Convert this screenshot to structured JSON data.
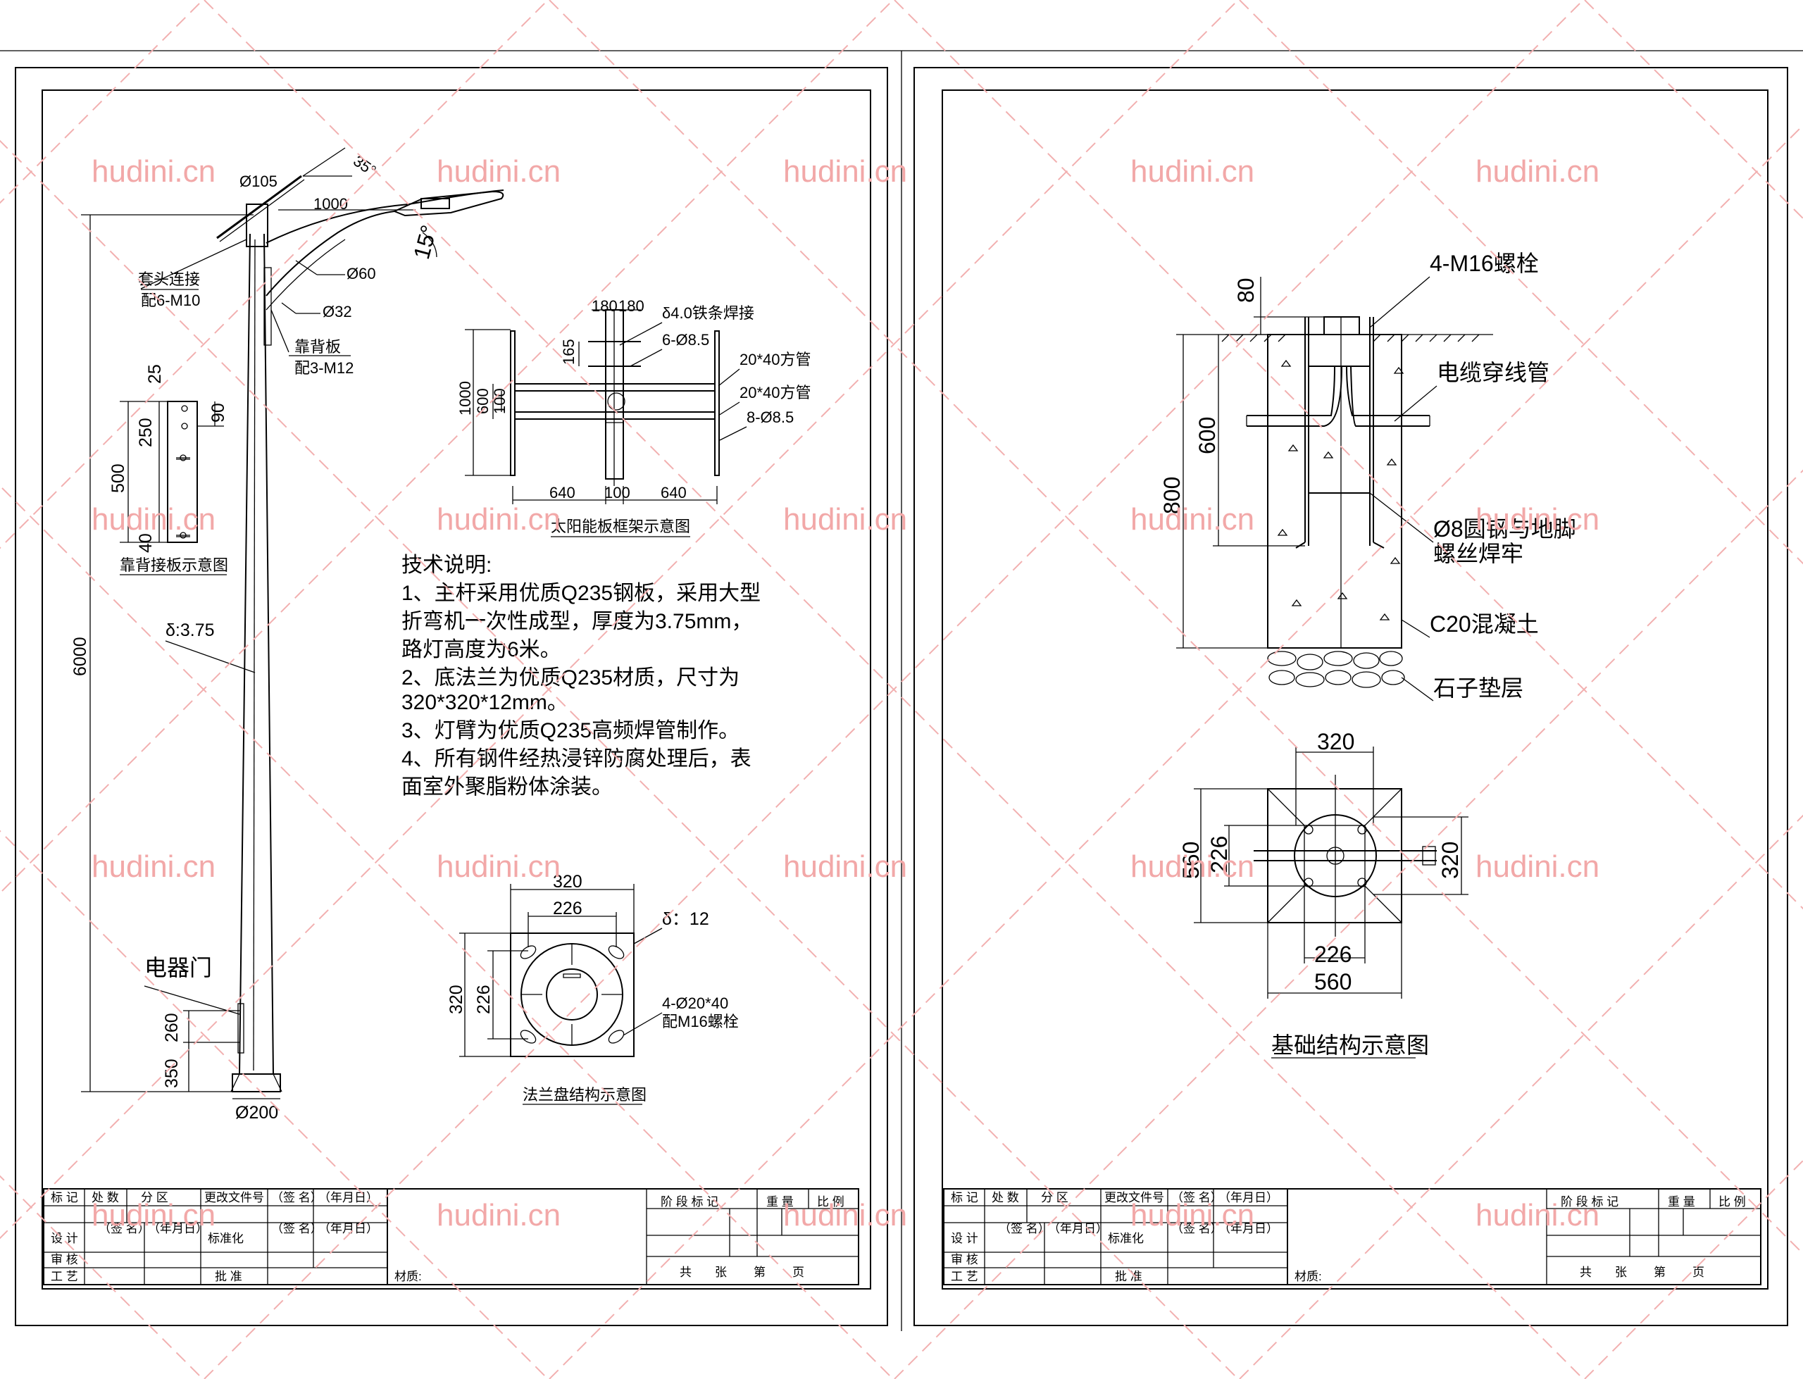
{
  "watermark": "hudini.cn",
  "left_sheet": {
    "pole": {
      "top_diameter": "Ø105",
      "arm_length": "1000",
      "angle_panel": "35°",
      "angle_lamp": "15°",
      "sleeve_label": "套头连接",
      "sleeve_bolts": "配6-M10",
      "arm_d60": "Ø60",
      "arm_d32": "Ø32",
      "back_plate_label": "靠背板",
      "back_plate_bolts": "配3-M12",
      "height": "6000",
      "thickness": "δ:3.75",
      "door_label": "电器门",
      "door_h": "260",
      "door_base": "350",
      "base_diameter": "Ø200"
    },
    "back_plate": {
      "d25": "25",
      "d250": "250",
      "d90": "90",
      "d500": "500",
      "d40": "40",
      "caption": "靠背接板示意图"
    },
    "solar_frame": {
      "d180a": "180",
      "d180b": "180",
      "weld": "δ4.0铁条焊接",
      "holes_top": "6-Ø8.5",
      "d165": "165",
      "tube1": "20*40方管",
      "tube2": "20*40方管",
      "holes_side": "8-Ø8.5",
      "d1000": "1000",
      "d600": "600",
      "d100v": "100",
      "d640a": "640",
      "d100h": "100",
      "d640b": "640",
      "caption": "太阳能板框架示意图"
    },
    "notes": {
      "title": "技术说明:",
      "lines": [
        "1、主杆采用优质Q235钢板，采用大型",
        "折弯机一次性成型，厚度为3.75mm，",
        "路灯高度为6米。",
        "2、底法兰为优质Q235材质，尺寸为",
        "320*320*12mm。",
        "3、灯臂为优质Q235高频焊管制作。",
        "4、所有钢件经热浸锌防腐处理后，表",
        "面室外聚脂粉体涂装。"
      ]
    },
    "flange": {
      "w320": "320",
      "w226": "226",
      "thick": "δ：12",
      "h320": "320",
      "h226": "226",
      "holes": "4-Ø20*40",
      "bolts": "配M16螺栓",
      "caption": "法兰盘结构示意图"
    }
  },
  "right_sheet": {
    "foundation": {
      "bolts": "4-M16螺栓",
      "d80": "80",
      "cable": "电缆穿线管",
      "d600": "600",
      "d800": "800",
      "rebar1": "Ø8圆钢与地脚",
      "rebar2": "螺丝焊牢",
      "concrete": "C20混凝土",
      "gravel": "石子垫层"
    },
    "plan": {
      "t320": "320",
      "l560": "560",
      "l226": "226",
      "r320": "320",
      "b226": "226",
      "b560": "560",
      "caption": "基础结构示意图"
    }
  },
  "title_block": {
    "r1": [
      "标 记",
      "处 数",
      "分 区",
      "更改文件号",
      "（签 名）",
      "（年月日）"
    ],
    "stage": "阶 段 标 记",
    "weight": "重 量",
    "scale": "比 例",
    "r2": [
      "设 计",
      "（签 名）",
      "（年月日）",
      "标准化",
      "（签 名）",
      "（年月日）"
    ],
    "review": "审 核",
    "craft": "工 艺",
    "approve": "批 准",
    "material": "材质:",
    "pages": [
      "共",
      "张",
      "第",
      "页"
    ]
  }
}
